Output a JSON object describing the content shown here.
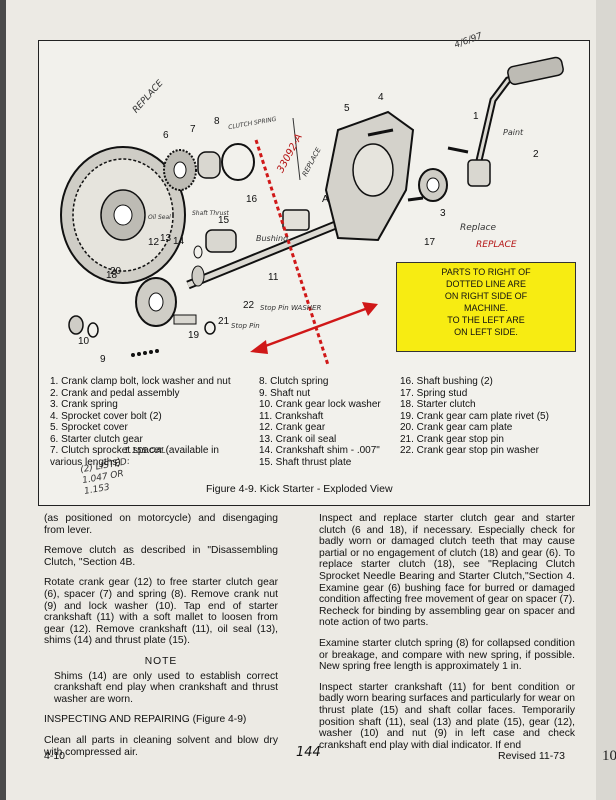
{
  "callout": {
    "lines": [
      "PARTS TO RIGHT OF",
      "DOTTED LINE ARE",
      "ON RIGHT SIDE OF",
      "MACHINE.",
      "TO THE LEFT ARE",
      "ON LEFT SIDE."
    ]
  },
  "annotations": {
    "replace_top": "REPLACE",
    "replace_right": "REPLACE",
    "part_number": "33092-A",
    "replace_small": "REPLACE",
    "paint": "Paint",
    "replace_3": "Replace",
    "bushing": "Bushing",
    "stop_pin": "Stop Pin",
    "stop_pin_washer": "Stop Pin WASHER",
    "clutch_spring": "CLUTCH SPRING",
    "oil_seal": "Oil Seal",
    "shaft_thrust": "Shaft Thrust",
    "date": "4/6/97",
    "listed": "(2) LISTED: 1.047 OR 1.153",
    "oval_note": "1.155 OAL"
  },
  "legend": {
    "col1": [
      "1.  Crank clamp bolt, lock washer and nut",
      "2.  Crank and pedal assembly",
      "3.  Crank spring",
      "4.  Sprocket cover bolt (2)",
      "5.  Sprocket cover",
      "6.  Starter clutch gear",
      "7.  Clutch sprocket spacer (available in",
      "     various lengths)"
    ],
    "col2": [
      "8.  Clutch spring",
      "9.  Shaft nut",
      "10.  Crank gear lock washer",
      "11.  Crankshaft",
      "12.  Crank gear",
      "13.  Crank oil seal",
      "14.  Crankshaft shim - .007\"",
      "15.  Shaft thrust plate"
    ],
    "col3": [
      "16.  Shaft bushing (2)",
      "17.  Spring stud",
      "18.  Starter clutch",
      "19.  Crank gear cam plate rivet (5)",
      "20.  Crank gear cam plate",
      "21.  Crank gear stop pin",
      "22.  Crank gear stop pin washer"
    ]
  },
  "caption": "Figure 4-9.  Kick Starter - Exploded View",
  "left_column": {
    "p1": "(as positioned on motorcycle) and disengaging from lever.",
    "p2": "Remove clutch as described in \"Disassembling Clutch, \"Section 4B.",
    "p3": "Rotate crank gear (12) to free starter clutch gear (6), spacer (7) and spring (8).  Remove crank nut (9) and lock washer (10).  Tap end of starter crankshaft (11) with a soft mallet to loosen from gear (12).  Remove crankshaft (11), oil seal (13), shims (14) and thrust plate (15).",
    "note_title": "NOTE",
    "note_body": "Shims (14) are only used to establish correct crankshaft end play when crankshaft and thrust washer are worn.",
    "heading": "INSPECTING AND REPAIRING (Figure 4-9)",
    "p4": "Clean all parts in cleaning solvent and blow dry with compressed air."
  },
  "right_column": {
    "p1": "Inspect and replace starter clutch gear and starter clutch (6 and 18), if necessary.  Especially check for badly worn or damaged clutch teeth that may cause partial or no engagement of clutch (18) and gear (6). To replace starter clutch (18), see \"Replacing Clutch Sprocket Needle Bearing and Starter Clutch,\"Section 4.  Examine gear (6) bushing face for burred or damaged condition affecting free movement of gear on spacer (7).  Recheck for binding by assembling gear on spacer and note action of two parts.",
    "p2": "Examine starter clutch spring (8) for collapsed condition or breakage, and compare with new spring, if possible.  New spring free length is approximately 1 in.",
    "p3": "Inspect starter crankshaft (11) for bent condition or badly worn bearing surfaces and particularly for wear on thrust plate (15) and shaft collar faces.  Temporarily position shaft (11), seal (13) and plate (15), gear (12), washer (10) and nut (9) in left case and check crankshaft end play with dial indicator.  If end"
  },
  "footer": {
    "left": "4-10",
    "center": "144",
    "right": "Revised 11-73"
  },
  "edge_number": "10"
}
